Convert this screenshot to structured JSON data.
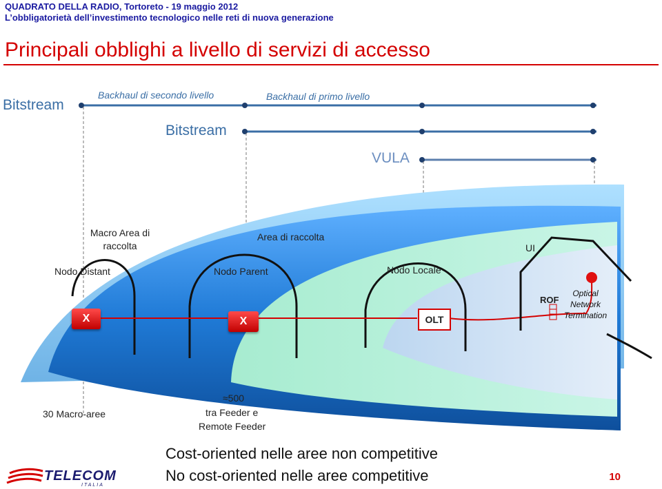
{
  "header": {
    "line1": "QUADRATO DELLA RADIO, Tortoreto - 19 maggio 2012",
    "line2": "L’obbligatorietà dell’investimento tecnologico nelle reti di nuova generazione"
  },
  "title": "Principali obblighi a livello di servizi di accesso",
  "top_scale": {
    "bitstream_label": "Bitstream",
    "backhaul_second": "Backhaul di secondo livello",
    "backhaul_first": "Backhaul di primo livello",
    "bitstream_sub": "Bitstream",
    "vula": "VULA"
  },
  "zones": {
    "macro_area": "Macro Area di raccolta",
    "area_raccolta": "Area di raccolta",
    "ui": "UI"
  },
  "nodes": {
    "distant": "Nodo Distant",
    "parent": "Nodo Parent",
    "locale": "Nodo Locale",
    "x1": "X",
    "x2": "X",
    "olt": "OLT",
    "rof": "ROF",
    "ont": "Optical Network Termination"
  },
  "counts": {
    "macro": "30 Macro-aree",
    "feeder_approx": "≈500",
    "feeder_line2": "tra Feeder e",
    "feeder_line3": "Remote Feeder"
  },
  "footer": {
    "line1": "Cost-oriented nelle aree non competitive",
    "line2": "No cost-oriented nelle aree competitive",
    "page": "10",
    "logo_main": "TELECOM",
    "logo_sub": "ITALIA"
  },
  "colors": {
    "accent_red": "#d40000",
    "header_blue": "#1a1aa0",
    "scale_blue": "#3a6ea5",
    "zone_outer": "#2f86de",
    "zone_mid": "#b2f0d4",
    "zone_inner": "#c8dcf2"
  }
}
